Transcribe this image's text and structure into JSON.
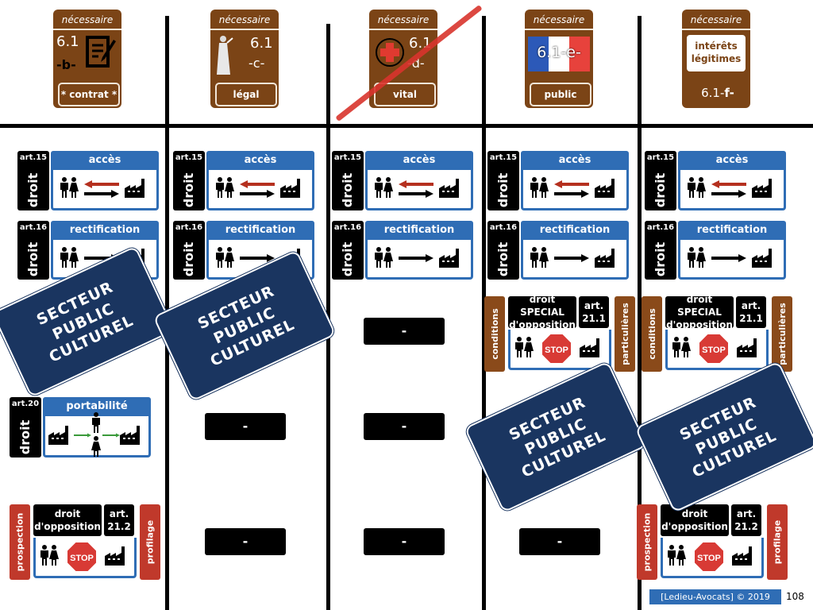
{
  "headers": [
    {
      "top": "nécessaire",
      "ref": "6.1",
      "letter": "-b-",
      "label": "* contrat *",
      "icon": "contract-icon"
    },
    {
      "top": "nécessaire",
      "ref": "6.1",
      "letter": "-c-",
      "label": "légal",
      "icon": "justice-statue-icon"
    },
    {
      "top": "nécessaire",
      "ref": "6.1",
      "letter": "-d-",
      "label": "vital",
      "icon": "red-cross-icon",
      "crossed_out": true
    },
    {
      "top": "nécessaire",
      "flag_text": "6.1-e-",
      "label": "public",
      "icon": "french-flag-icon"
    },
    {
      "top": "nécessaire",
      "middle": "intérêts légitimes",
      "bottom_ref": "6.1-",
      "bottom_letter": "f-"
    }
  ],
  "rights": {
    "droit": "droit",
    "access": {
      "art": "art.15",
      "title": "accès"
    },
    "rectification": {
      "art": "art.16",
      "title": "rectification"
    },
    "portability": {
      "art": "art.20",
      "title": "portabilité"
    },
    "special_opposition": {
      "title1": "droit SPECIAL",
      "title2": "d'opposition",
      "art1": "art.",
      "art2": "21.1",
      "left": "conditions",
      "right": "particulières",
      "stop": "STOP"
    },
    "opposition": {
      "title1": "droit",
      "title2": "d'opposition",
      "art1": "art.",
      "art2": "21.2",
      "left": "prospection",
      "right": "profilage",
      "stop": "STOP"
    }
  },
  "banner": {
    "line1": "SECTEUR",
    "line2": "PUBLIC",
    "line3": "CULTUREL"
  },
  "dash": "-",
  "grid": [
    [
      "access",
      "rectification",
      "banner",
      "portability",
      "opposition"
    ],
    [
      "access",
      "rectification",
      "banner",
      "dash",
      "dash"
    ],
    [
      "access",
      "rectification",
      "dash",
      "dash",
      "dash"
    ],
    [
      "access",
      "rectification",
      "special_opposition",
      "banner",
      "dash"
    ],
    [
      "access",
      "rectification",
      "special_opposition",
      "banner",
      "opposition"
    ]
  ],
  "colors": {
    "brown": "#7b4416",
    "blue": "#2f6db5",
    "navy": "#1a3560",
    "red": "#c0392b"
  },
  "footer": {
    "credit": "[Ledieu-Avocats] © 2019",
    "page": "108"
  }
}
